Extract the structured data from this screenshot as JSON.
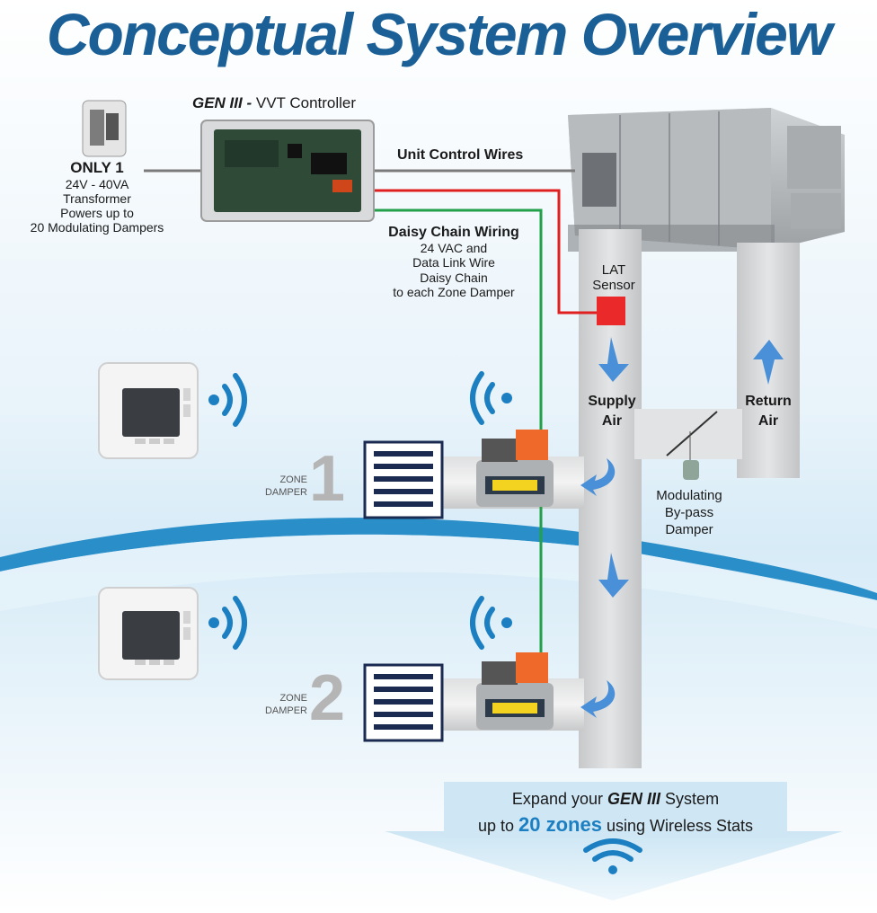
{
  "title": "Conceptual System Overview",
  "controller": {
    "brand": "GEN III -",
    "name": "VVT Controller"
  },
  "transformer": {
    "heading": "ONLY 1",
    "lines": [
      "24V - 40VA",
      "Transformer",
      "Powers up to",
      "20 Modulating Dampers"
    ]
  },
  "unit_wires": "Unit Control Wires",
  "daisy": {
    "heading": "Daisy Chain Wiring",
    "lines": [
      "24 VAC and",
      "Data Link Wire",
      "Daisy Chain",
      "to each Zone Damper"
    ]
  },
  "lat": [
    "LAT",
    "Sensor"
  ],
  "supply": [
    "Supply",
    "Air"
  ],
  "return": [
    "Return",
    "Air"
  ],
  "bypass": [
    "Modulating",
    "By-pass",
    "Damper"
  ],
  "zones": [
    {
      "label_1": "ZONE",
      "label_2": "DAMPER",
      "number": "1"
    },
    {
      "label_1": "ZONE",
      "label_2": "DAMPER",
      "number": "2"
    }
  ],
  "expand": {
    "line1_pre": "Expand your",
    "line1_brand": "GEN III",
    "line1_post": "System",
    "line2_pre": "up to",
    "line2_big": "20 zones",
    "line2_post": "using Wireless Stats"
  },
  "colors": {
    "title": "#1b5f97",
    "wire_red": "#e02020",
    "wire_green": "#23a04a",
    "wire_gray": "#7a7a7a",
    "duct": "#d6d8da",
    "arrow_blue": "#4a90d9",
    "accent_blue": "#1b7fc1"
  }
}
